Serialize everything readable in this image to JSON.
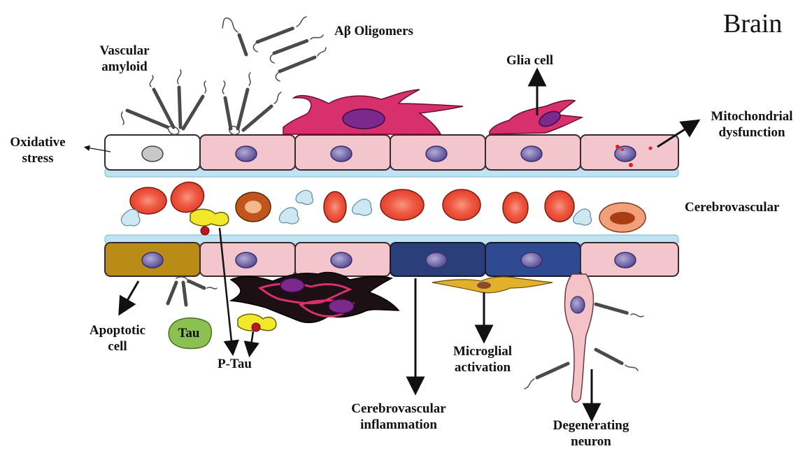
{
  "title": "Brain",
  "labels": {
    "ab_oligomers": "Aβ Oligomers",
    "vascular_amyloid_line1": "Vascular",
    "vascular_amyloid_line2": "amyloid",
    "glia_cell": "Glia cell",
    "mitochondrial_line1": "Mitochondrial",
    "mitochondrial_line2": "dysfunction",
    "oxidative_line1": "Oxidative",
    "oxidative_line2": "stress",
    "cerebrovascular": "Cerebrovascular",
    "apoptotic_line1": "Apoptotic",
    "apoptotic_line2": "cell",
    "tau": "Tau",
    "p_tau": "P-Tau",
    "microglial_line1": "Microglial",
    "microglial_line2": "activation",
    "inflammation_line1": "Cerebrovascular",
    "inflammation_line2": "inflammation",
    "degenerating_line1": "Degenerating",
    "degenerating_line2": "neuron"
  },
  "colors": {
    "endothelial_cell": "#f2c6cc",
    "endothelial_border": "#3a2a2e",
    "basement_membrane": "#bfe3f2",
    "nucleus": "#8a80bd",
    "red_blood_cell": "#f0604a",
    "glia_magenta": "#d8306c",
    "dark_blue_cell": "#2a3f7a",
    "apoptotic_gold": "#b88c16",
    "tau_green": "#8cc152",
    "ptau_yellow": "#f2e82a",
    "amyloid_fiber": "#4a4a4a"
  }
}
